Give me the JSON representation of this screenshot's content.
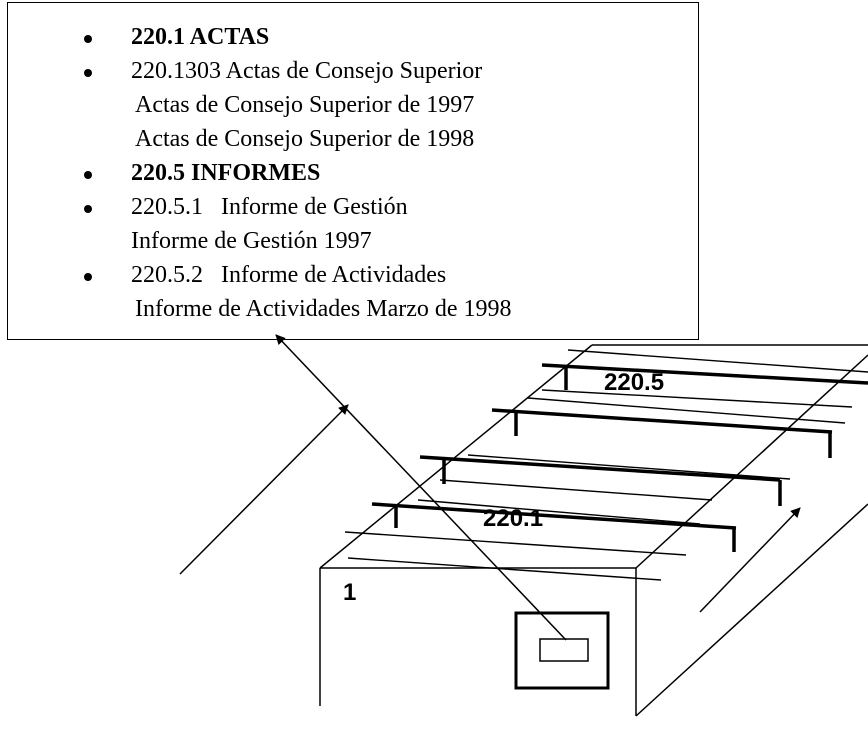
{
  "index_box": {
    "items": [
      {
        "text": "220.1 ACTAS",
        "bold": true,
        "bullet": true
      },
      {
        "text": "220.1303 Actas de Consejo Superior",
        "bold": false,
        "bullet": true
      },
      {
        "text": "Actas de Consejo Superior de 1997",
        "bold": false,
        "bullet": false
      },
      {
        "text": "Actas de Consejo Superior de 1998",
        "bold": false,
        "bullet": false
      },
      {
        "text": "220.5 INFORMES",
        "bold": true,
        "bullet": true
      },
      {
        "text": "220.5.1   Informe de Gestión",
        "bold": false,
        "bullet": true
      },
      {
        "text": "Informe de Gestión 1997",
        "bold": false,
        "bullet": false
      },
      {
        "text": "220.5.2   Informe de Actividades",
        "bold": false,
        "bullet": true
      },
      {
        "text": "Informe de Actividades Marzo de 1998",
        "bold": false,
        "bullet": false
      }
    ]
  },
  "drawer": {
    "folder_label_1": "220.5",
    "folder_label_2": "220.1",
    "drawer_number": "1"
  }
}
